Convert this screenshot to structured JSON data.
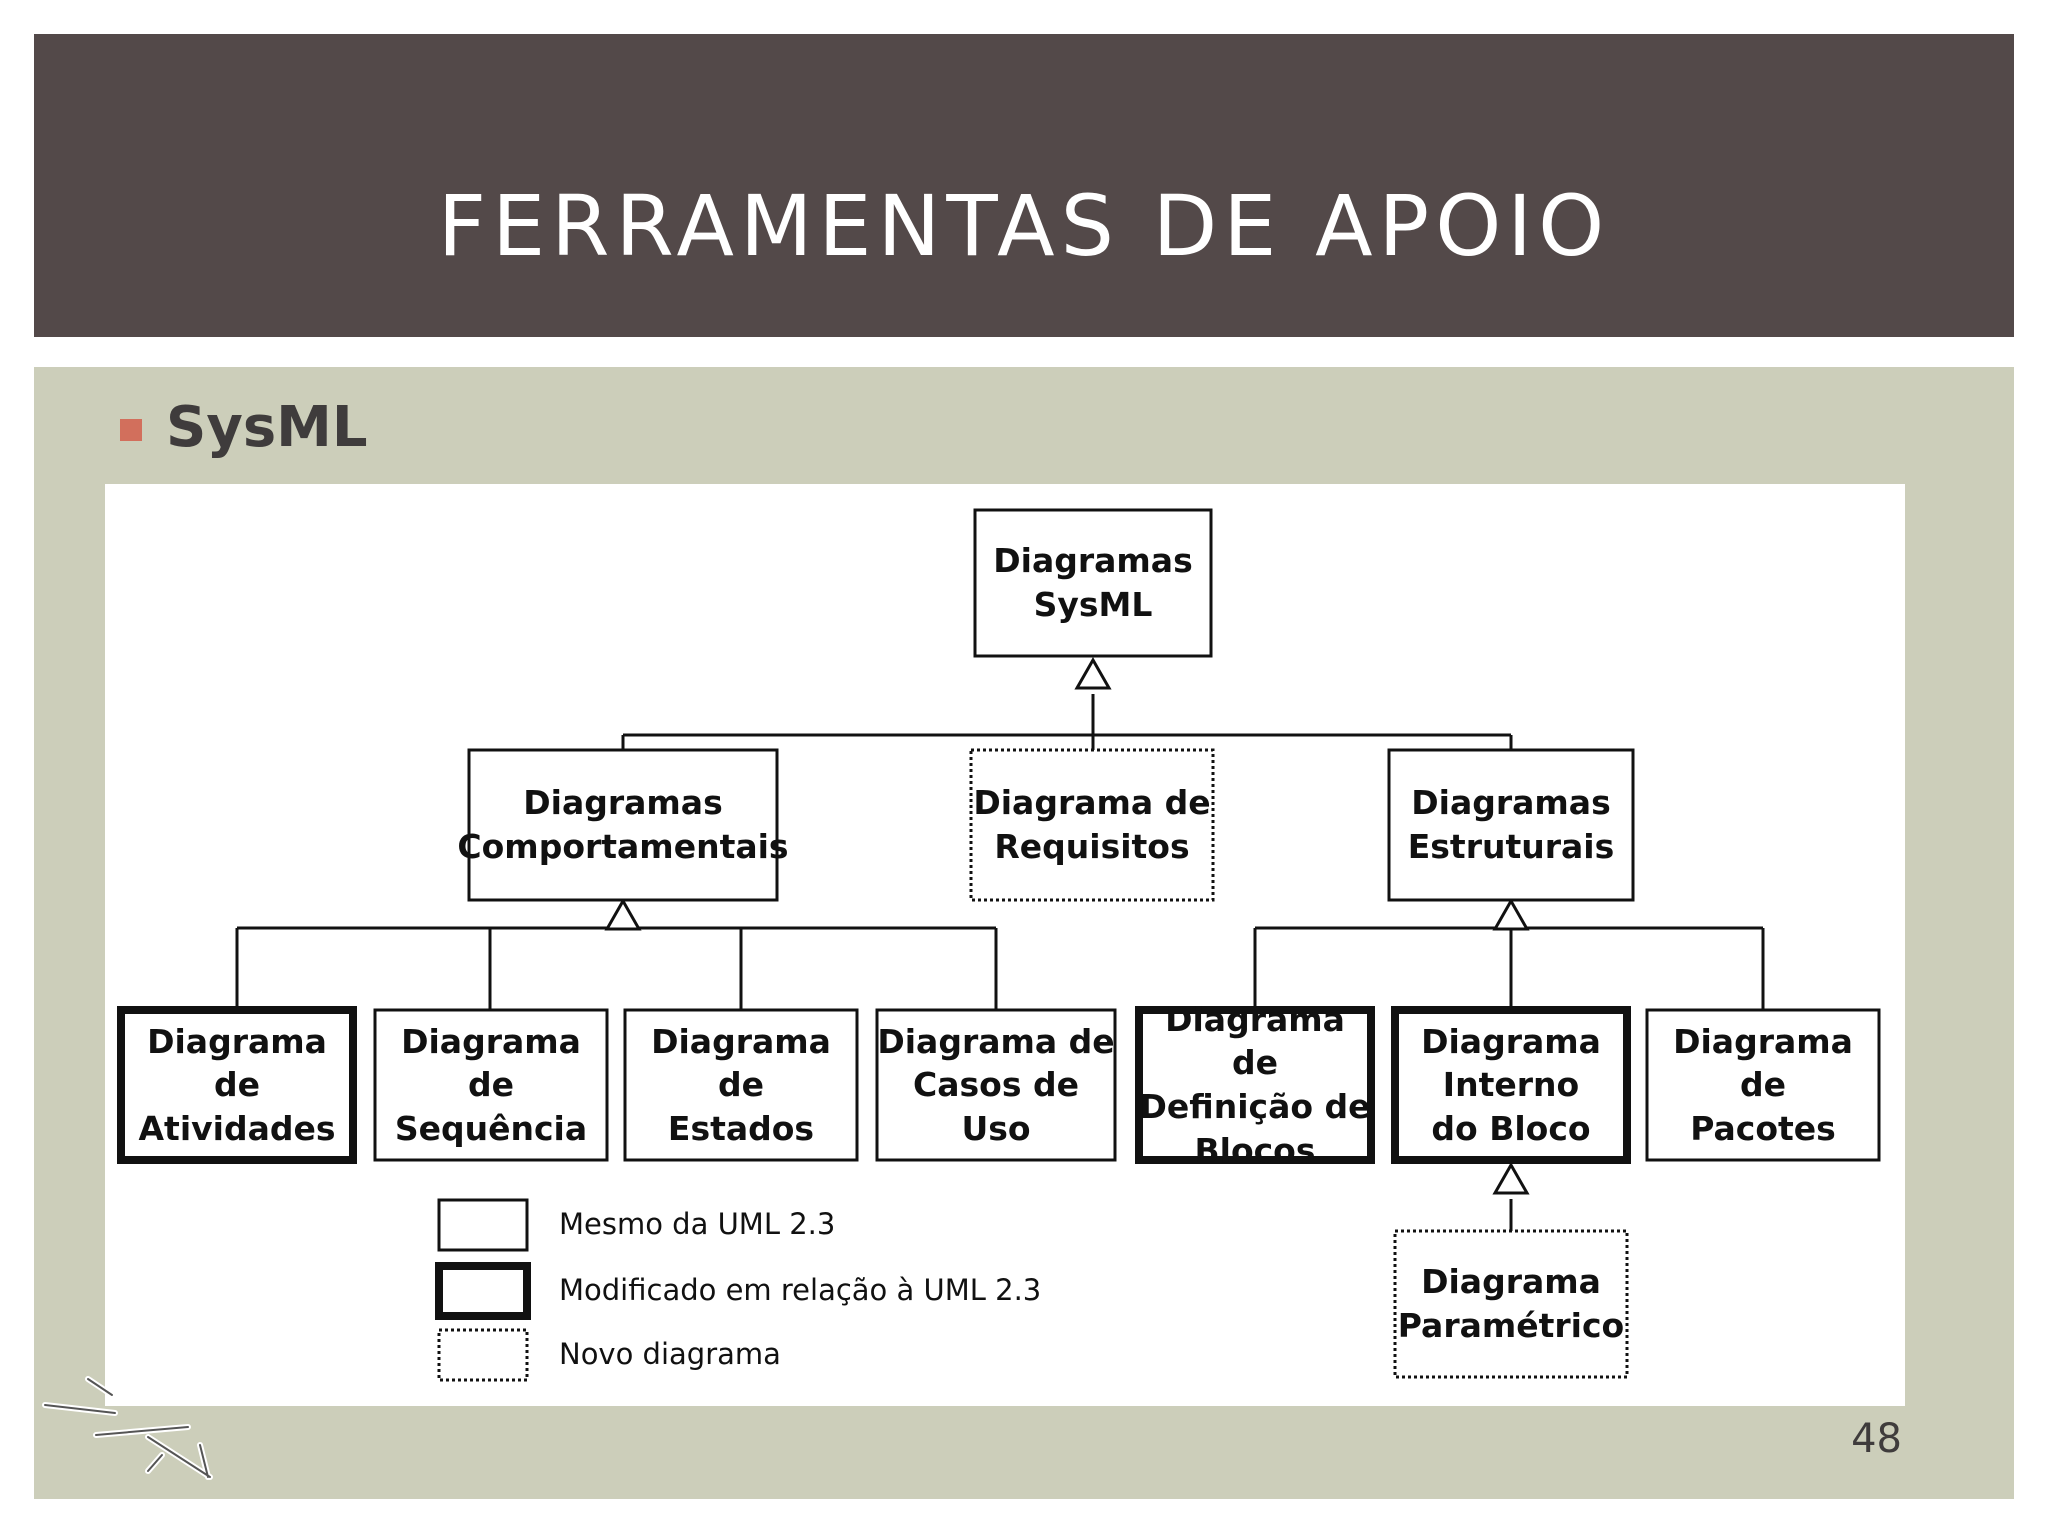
{
  "slide": {
    "title": "FERRAMENTAS DE APOIO",
    "bullet": "SysML",
    "page_number": "48"
  },
  "diagram": {
    "root": {
      "label": "Diagramas\nSysML",
      "style": "same"
    },
    "categories": {
      "behavioral": {
        "label": "Diagramas\nComportamentais",
        "style": "same"
      },
      "requirements": {
        "label": "Diagrama de\nRequisitos",
        "style": "new"
      },
      "structural": {
        "label": "Diagramas\nEstruturais",
        "style": "same"
      }
    },
    "behavioral_children": [
      {
        "label": "Diagrama de\nAtividades",
        "style": "modified"
      },
      {
        "label": "Diagrama de\nSequência",
        "style": "same"
      },
      {
        "label": "Diagrama de\nEstados",
        "style": "same"
      },
      {
        "label": "Diagrama de\nCasos de Uso",
        "style": "same"
      }
    ],
    "structural_children": [
      {
        "label": "Diagrama de\nDefinição de\nBlocos",
        "style": "modified"
      },
      {
        "label": "Diagrama\nInterno\ndo Bloco",
        "style": "modified"
      },
      {
        "label": "Diagrama de\nPacotes",
        "style": "same"
      }
    ],
    "internal_block_child": {
      "label": "Diagrama\nParamétrico",
      "style": "new"
    },
    "legend": [
      {
        "style": "same",
        "label": "Mesmo da UML 2.3"
      },
      {
        "style": "modified",
        "label": "Modificado em relação à UML 2.3"
      },
      {
        "style": "new",
        "label": "Novo diagrama"
      }
    ]
  }
}
